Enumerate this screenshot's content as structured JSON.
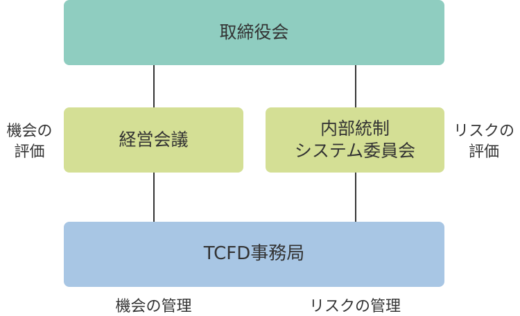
{
  "colors": {
    "board": "#8fcdc0",
    "management": "#d4df95",
    "internal_control": "#d4df95",
    "tcfd": "#a8c6e4",
    "connector": "#333333",
    "text": "#333333"
  },
  "nodes": {
    "board": "取締役会",
    "management_meeting": "経営会議",
    "internal_control_line1": "内部統制",
    "internal_control_line2": "システム委員会",
    "tcfd_office": "TCFD事務局"
  },
  "side_labels": {
    "left_line1": "機会の",
    "left_line2": "評価",
    "right_line1": "リスクの",
    "right_line2": "評価"
  },
  "bottom_labels": {
    "left": "機会の管理",
    "right": "リスクの管理"
  }
}
